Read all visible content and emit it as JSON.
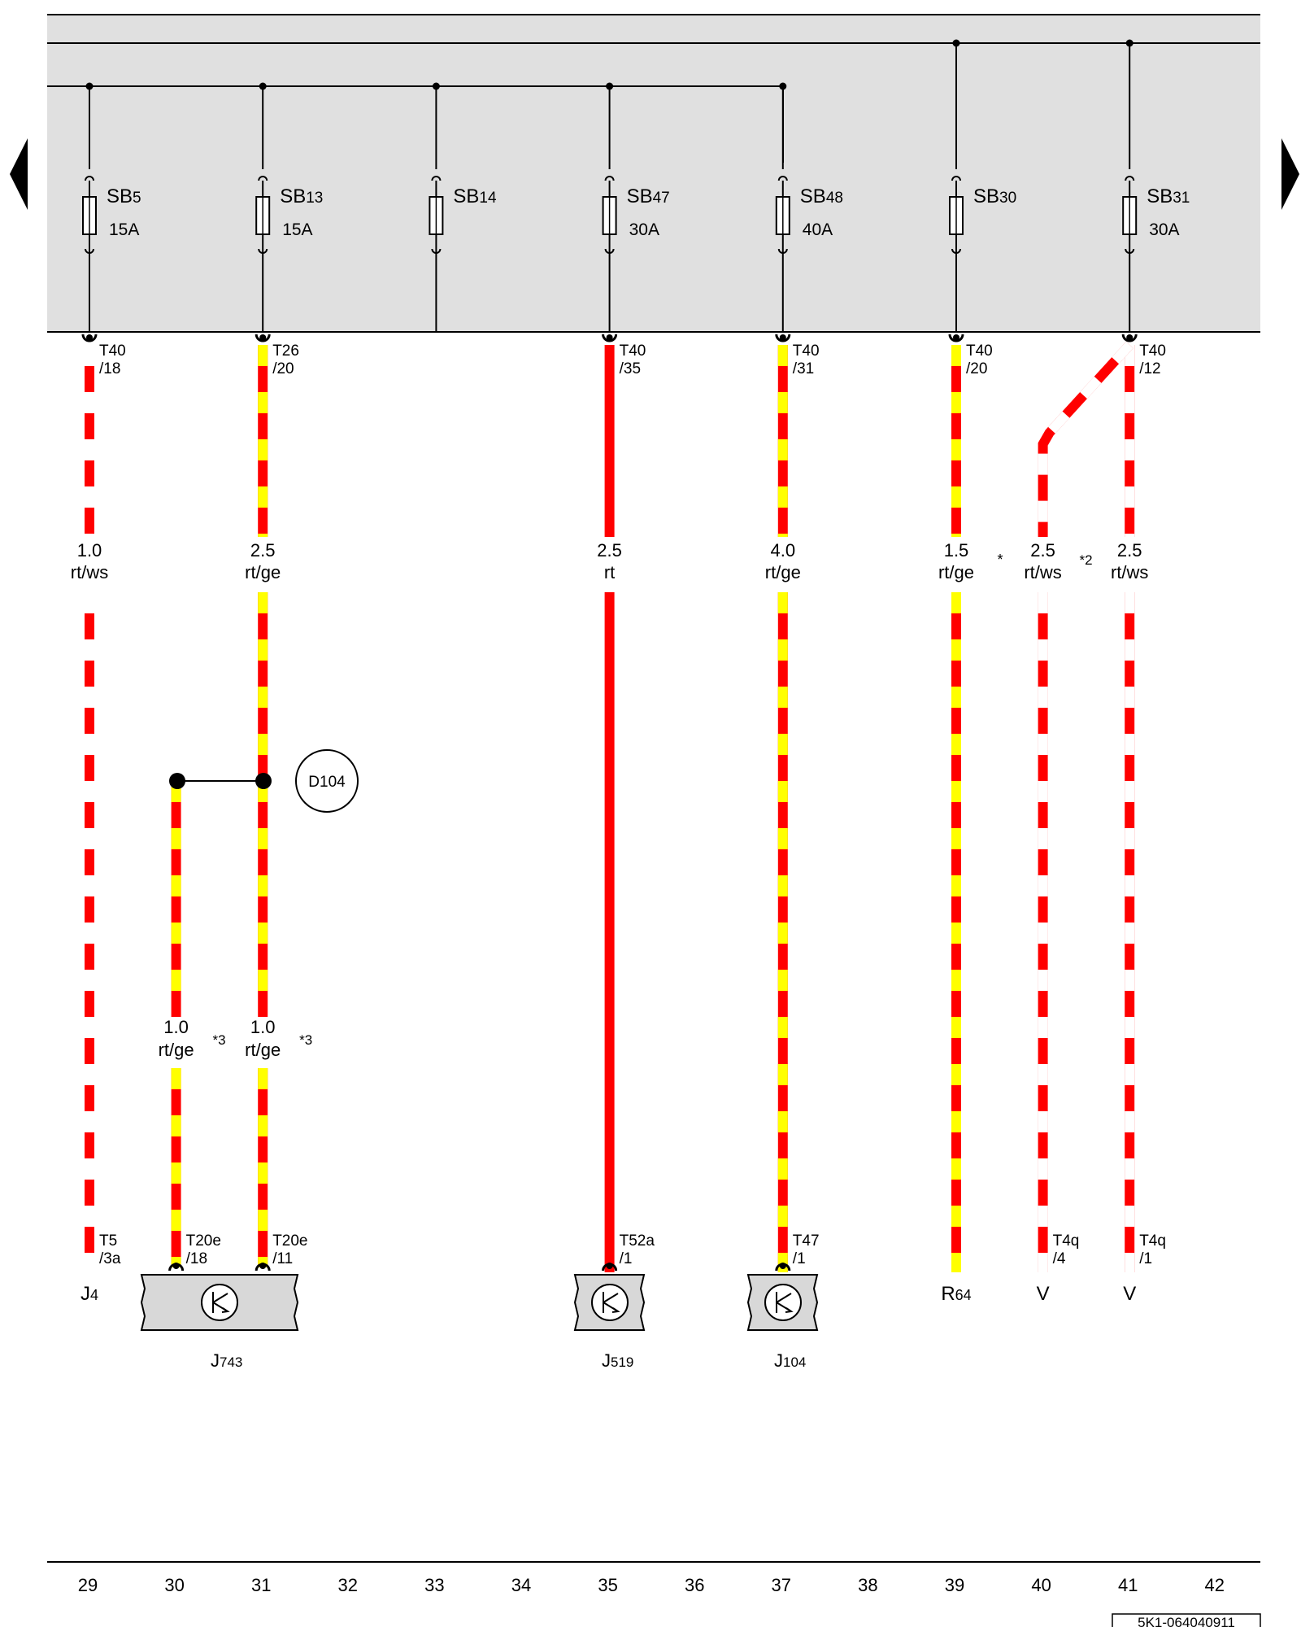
{
  "fuses": [
    {
      "id": "f1",
      "col": 29,
      "prefix": "SB",
      "num": "5",
      "rating": "15A"
    },
    {
      "id": "f2",
      "col": 31,
      "prefix": "SB",
      "num": "13",
      "rating": "15A"
    },
    {
      "id": "f3",
      "col": 33,
      "prefix": "SB",
      "num": "14",
      "rating": ""
    },
    {
      "id": "f4",
      "col": 35,
      "prefix": "SB",
      "num": "47",
      "rating": "30A"
    },
    {
      "id": "f5",
      "col": 37,
      "prefix": "SB",
      "num": "48",
      "rating": "40A"
    },
    {
      "id": "f6",
      "col": 39,
      "prefix": "SB",
      "num": "30",
      "rating": ""
    },
    {
      "id": "f7",
      "col": 41,
      "prefix": "SB",
      "num": "31",
      "rating": "30A"
    }
  ],
  "top_connectors": [
    {
      "col": 29,
      "code": "T40",
      "pin": "/18"
    },
    {
      "col": 31,
      "code": "T26",
      "pin": "/20"
    },
    {
      "col": 35,
      "code": "T40",
      "pin": "/35"
    },
    {
      "col": 37,
      "code": "T40",
      "pin": "/31"
    },
    {
      "col": 39,
      "code": "T40",
      "pin": "/20"
    },
    {
      "col": 41,
      "code": "T40",
      "pin": "/12"
    }
  ],
  "wire_specs": [
    {
      "col": 29,
      "size": "1.0",
      "color": "rt/ws",
      "note": ""
    },
    {
      "col": 31,
      "size": "2.5",
      "color": "rt/ge",
      "note": ""
    },
    {
      "col": 35,
      "size": "2.5",
      "color": "rt",
      "note": ""
    },
    {
      "col": 37,
      "size": "4.0",
      "color": "rt/ge",
      "note": ""
    },
    {
      "col": 39,
      "size": "1.5",
      "color": "rt/ge",
      "note": "*"
    },
    {
      "col": 40,
      "size": "2.5",
      "color": "rt/ws",
      "note": "*2"
    },
    {
      "col": 41,
      "size": "2.5",
      "color": "rt/ws",
      "note": ""
    }
  ],
  "wire_specs_lower": [
    {
      "col": 30,
      "size": "1.0",
      "color": "rt/ge",
      "note": "*3"
    },
    {
      "col": 31,
      "size": "1.0",
      "color": "rt/ge",
      "note": "*3"
    }
  ],
  "bottom_connectors": [
    {
      "col": 29,
      "code": "T5",
      "pin": "/3a"
    },
    {
      "col": 30,
      "code": "T20e",
      "pin": "/18"
    },
    {
      "col": 31,
      "code": "T20e",
      "pin": "/11"
    },
    {
      "col": 35,
      "code": "T52a",
      "pin": "/1"
    },
    {
      "col": 37,
      "code": "T47",
      "pin": "/1"
    },
    {
      "col": 40,
      "code": "T4q",
      "pin": "/4"
    },
    {
      "col": 41,
      "code": "T4q",
      "pin": "/1"
    }
  ],
  "components": [
    {
      "id": "J743",
      "prefix": "J",
      "num": "743"
    },
    {
      "id": "J519",
      "prefix": "J",
      "num": "519"
    },
    {
      "id": "J104",
      "prefix": "J",
      "num": "104"
    }
  ],
  "ground_labels": [
    {
      "col": 29,
      "prefix": "J",
      "num": "4"
    },
    {
      "col": 39,
      "prefix": "R",
      "num": "64"
    },
    {
      "col": 40,
      "prefix": "V",
      "num": ""
    },
    {
      "col": 41,
      "prefix": "V",
      "num": ""
    }
  ],
  "splice": {
    "label": "D104"
  },
  "columns": [
    "29",
    "30",
    "31",
    "32",
    "33",
    "34",
    "35",
    "36",
    "37",
    "38",
    "39",
    "40",
    "41",
    "42"
  ],
  "doc_id": "5K1-064040911",
  "colors": {
    "red": "#ff0000",
    "white": "#ffffff",
    "yellow": "#ffff00",
    "panel": "#e0e0e0",
    "line": "#000000"
  }
}
